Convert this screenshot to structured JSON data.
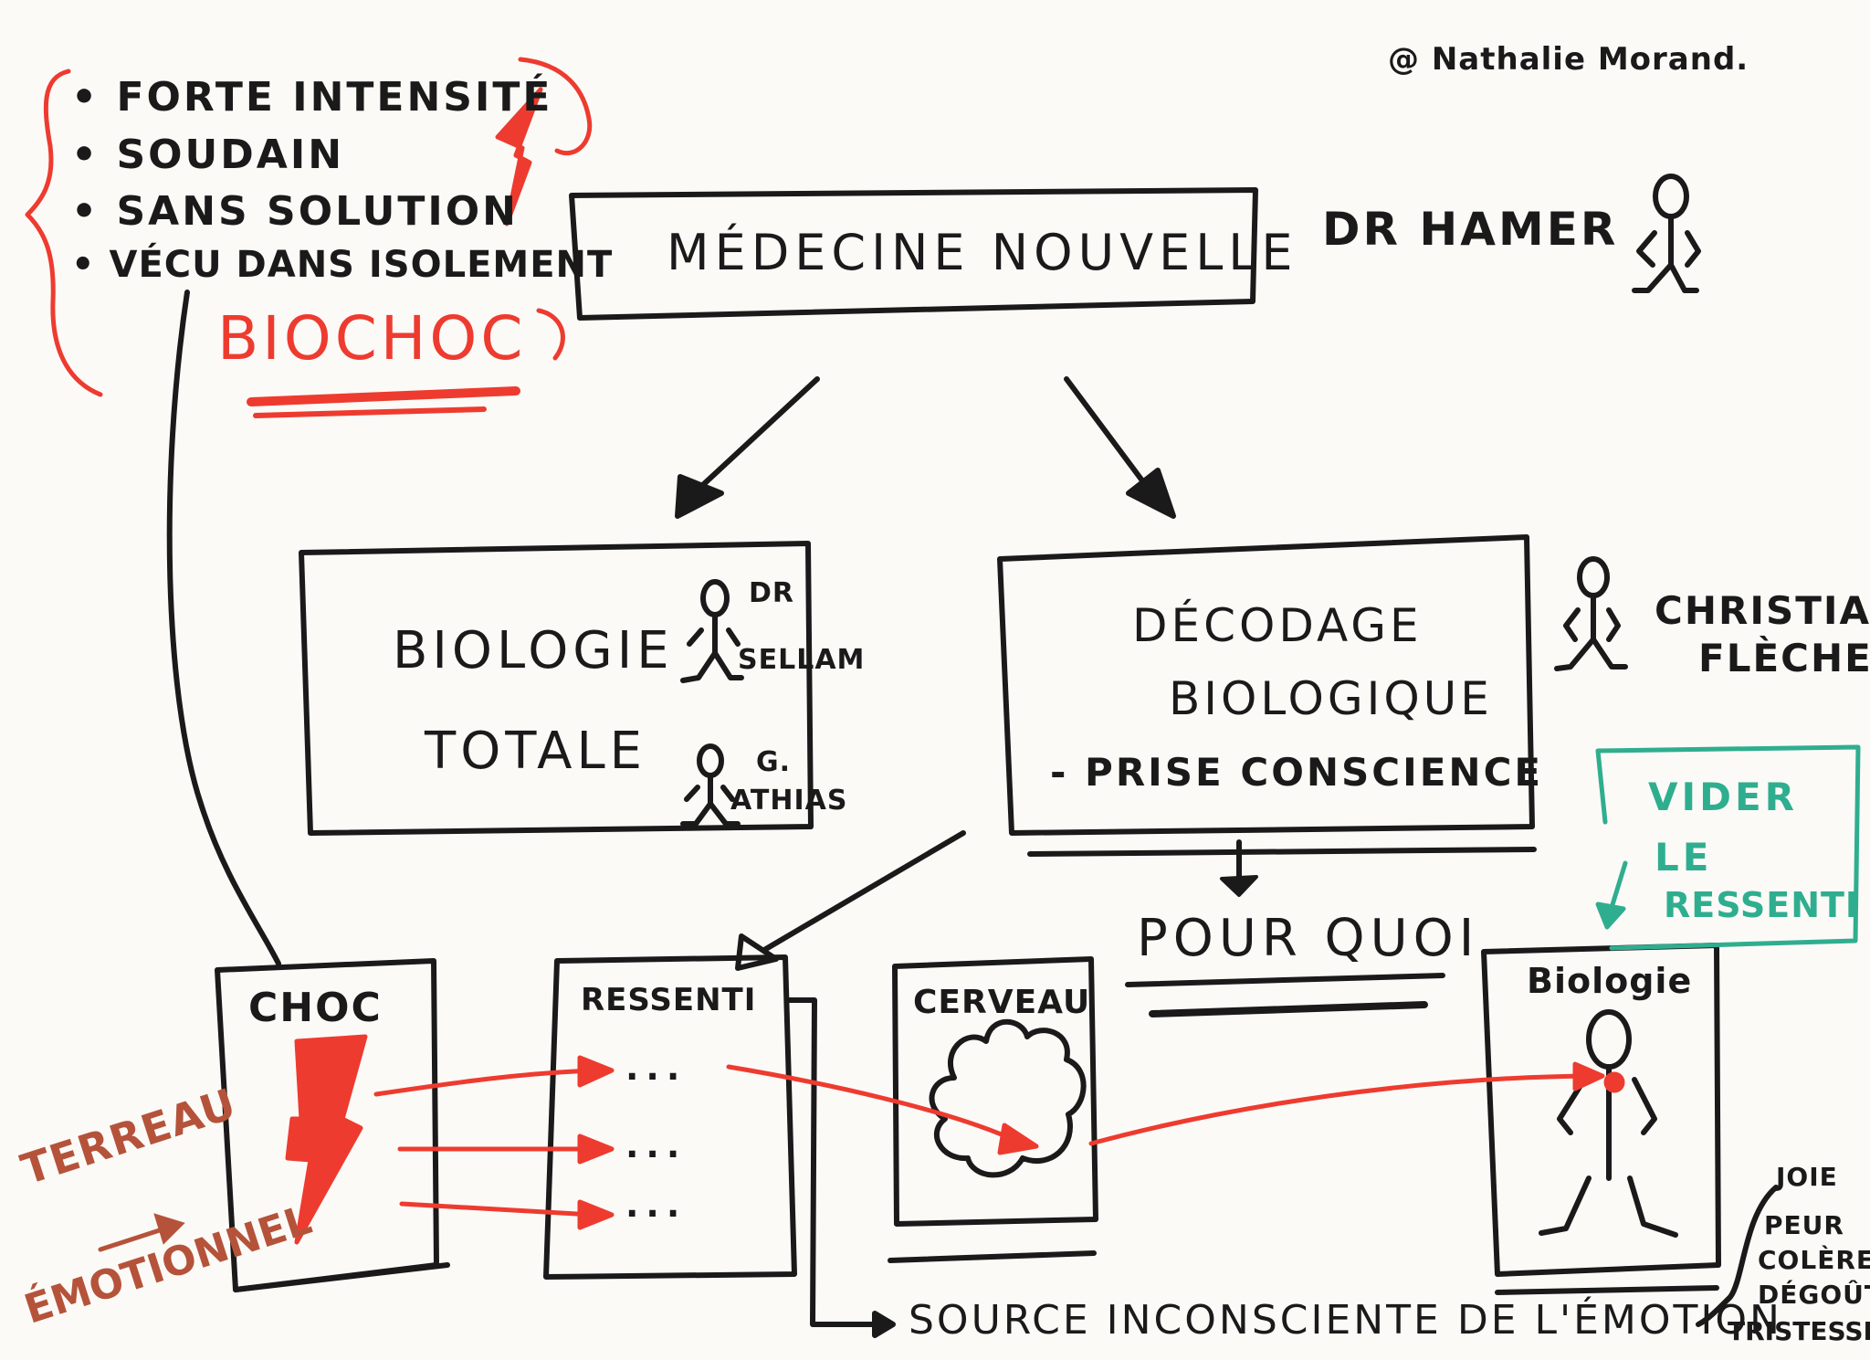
{
  "credit": "@ Nathalie Morand.",
  "biochoc": {
    "bullets": [
      "Forte intensité",
      "Soudain",
      "Sans solution",
      "Vécu dans isolement"
    ],
    "label": "BIOCHOC"
  },
  "top_box": {
    "title": "Médecine Nouvelle"
  },
  "top_author": "Dr Hamer",
  "left_box": {
    "title_line1": "Biologie",
    "title_line2": "Totale",
    "person1_line1": "Dr",
    "person1_line2": "Sellam",
    "person2_line1": "G.",
    "person2_line2": "Athias"
  },
  "right_box": {
    "line1": "Décodage",
    "line2": "Biologique",
    "line3": "- Prise conscience"
  },
  "right_author": {
    "line1": "Christian",
    "line2": "Flèche"
  },
  "pourquoi": "Pour quoi",
  "teal_box": {
    "line1": "Vider",
    "line2": "le",
    "line3": "ressenti"
  },
  "bottom_boxes": {
    "choc": "Choc",
    "ressenti": "Ressenti",
    "cerveau": "Cerveau",
    "biologie": "Biologie",
    "ellipsis": "...",
    "ellipsis2": "...",
    "ellipsis3": "..."
  },
  "terreau": {
    "line1": "Terreau",
    "line2": "Émotionnel"
  },
  "source": "Source inconsciente de l'émotion",
  "emotions": [
    "Joie",
    "Peur",
    "Colère",
    "Dégoût",
    "Tristesse"
  ],
  "colors": {
    "ink": "#1a1a1a",
    "red": "#ee3b2f",
    "teal": "#2fae8f",
    "brown": "#b5533a"
  }
}
